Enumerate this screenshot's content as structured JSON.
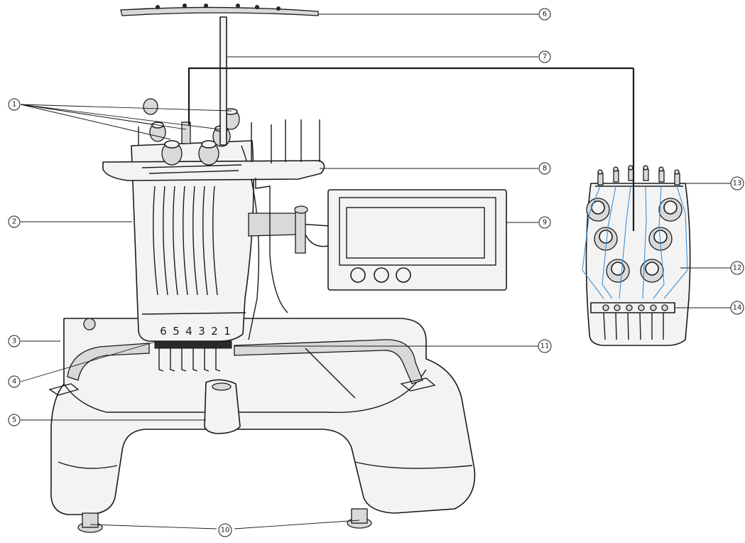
{
  "callouts": {
    "c1": "1",
    "c2": "2",
    "c3": "3",
    "c4": "4",
    "c5": "5",
    "c6": "6",
    "c7": "7",
    "c8": "8",
    "c9": "9",
    "c10": "10",
    "c11": "11",
    "c12": "12",
    "c13": "13",
    "c14": "14"
  },
  "needle_numbers": [
    "6",
    "5",
    "4",
    "3",
    "2",
    "1"
  ],
  "colors": {
    "line": "#1a1a1a",
    "thread_path": "#3a8fd6",
    "body": "#f3f3f3"
  }
}
